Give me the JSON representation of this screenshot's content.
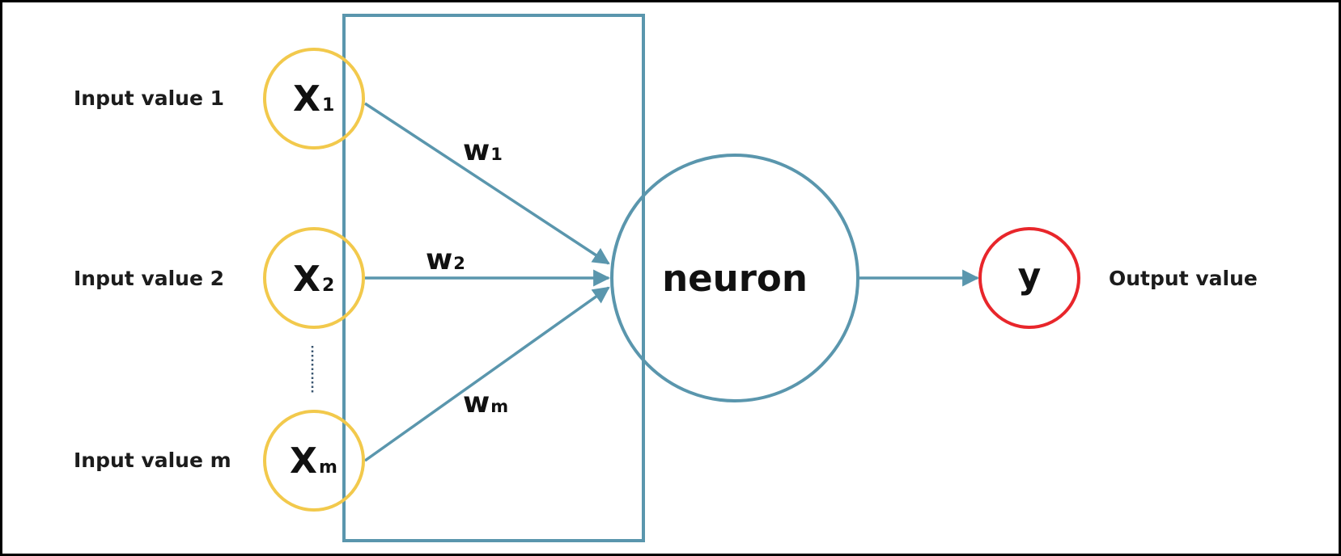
{
  "inputs": [
    {
      "label": "Input value 1",
      "var": "X",
      "sub": "1"
    },
    {
      "label": "Input value 2",
      "var": "X",
      "sub": "2"
    },
    {
      "label": "Input value m",
      "var": "X",
      "sub": "m"
    }
  ],
  "weights": [
    {
      "var": "w",
      "sub": "1"
    },
    {
      "var": "w",
      "sub": "2"
    },
    {
      "var": "w",
      "sub": "m"
    }
  ],
  "neuron": {
    "label": "neuron"
  },
  "output": {
    "var": "y",
    "label": "Output value"
  },
  "colors": {
    "input_circle": "#f2c94c",
    "output_circle": "#e8262b",
    "structure": "#5a96ad",
    "text": "#111111"
  }
}
